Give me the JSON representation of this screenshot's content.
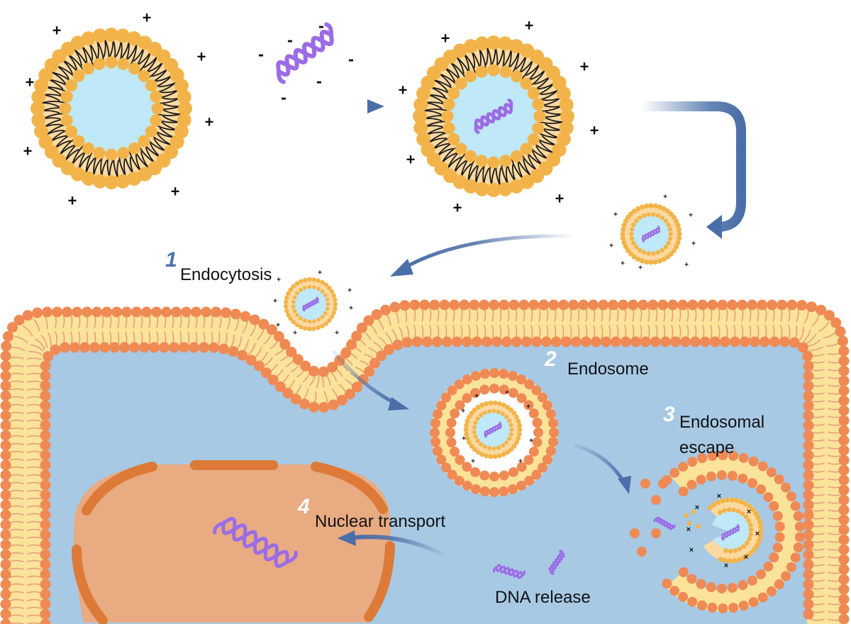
{
  "diagram": {
    "title": "Lipid nanoparticle gene delivery pathway",
    "colors": {
      "lipid_head": "#f2b44a",
      "lipid_tail_band": "#fbd9a0",
      "lipid_core": "#bfe8f8",
      "dna": "#9b6ce6",
      "cell_membrane_head": "#ef8a55",
      "cell_membrane_band": "#fbe39a",
      "cytoplasm": "#a7c9e4",
      "nucleus": "#e8ab82",
      "nucleus_envelope": "#dd7a38",
      "arrow": "#4a6ea8"
    },
    "charges": {
      "cationic_symbol": "+",
      "dna_symbol": "-",
      "escape_symbol": "×"
    },
    "stages": [
      {
        "number": "1",
        "label": "Endocytosis"
      },
      {
        "number": "2",
        "label": "Endosome"
      },
      {
        "number": "3",
        "label_line1": "Endosomal",
        "label_line2": "escape"
      },
      {
        "number": "4",
        "label": "Nuclear transport"
      }
    ],
    "dna_release_label": "DNA release"
  }
}
